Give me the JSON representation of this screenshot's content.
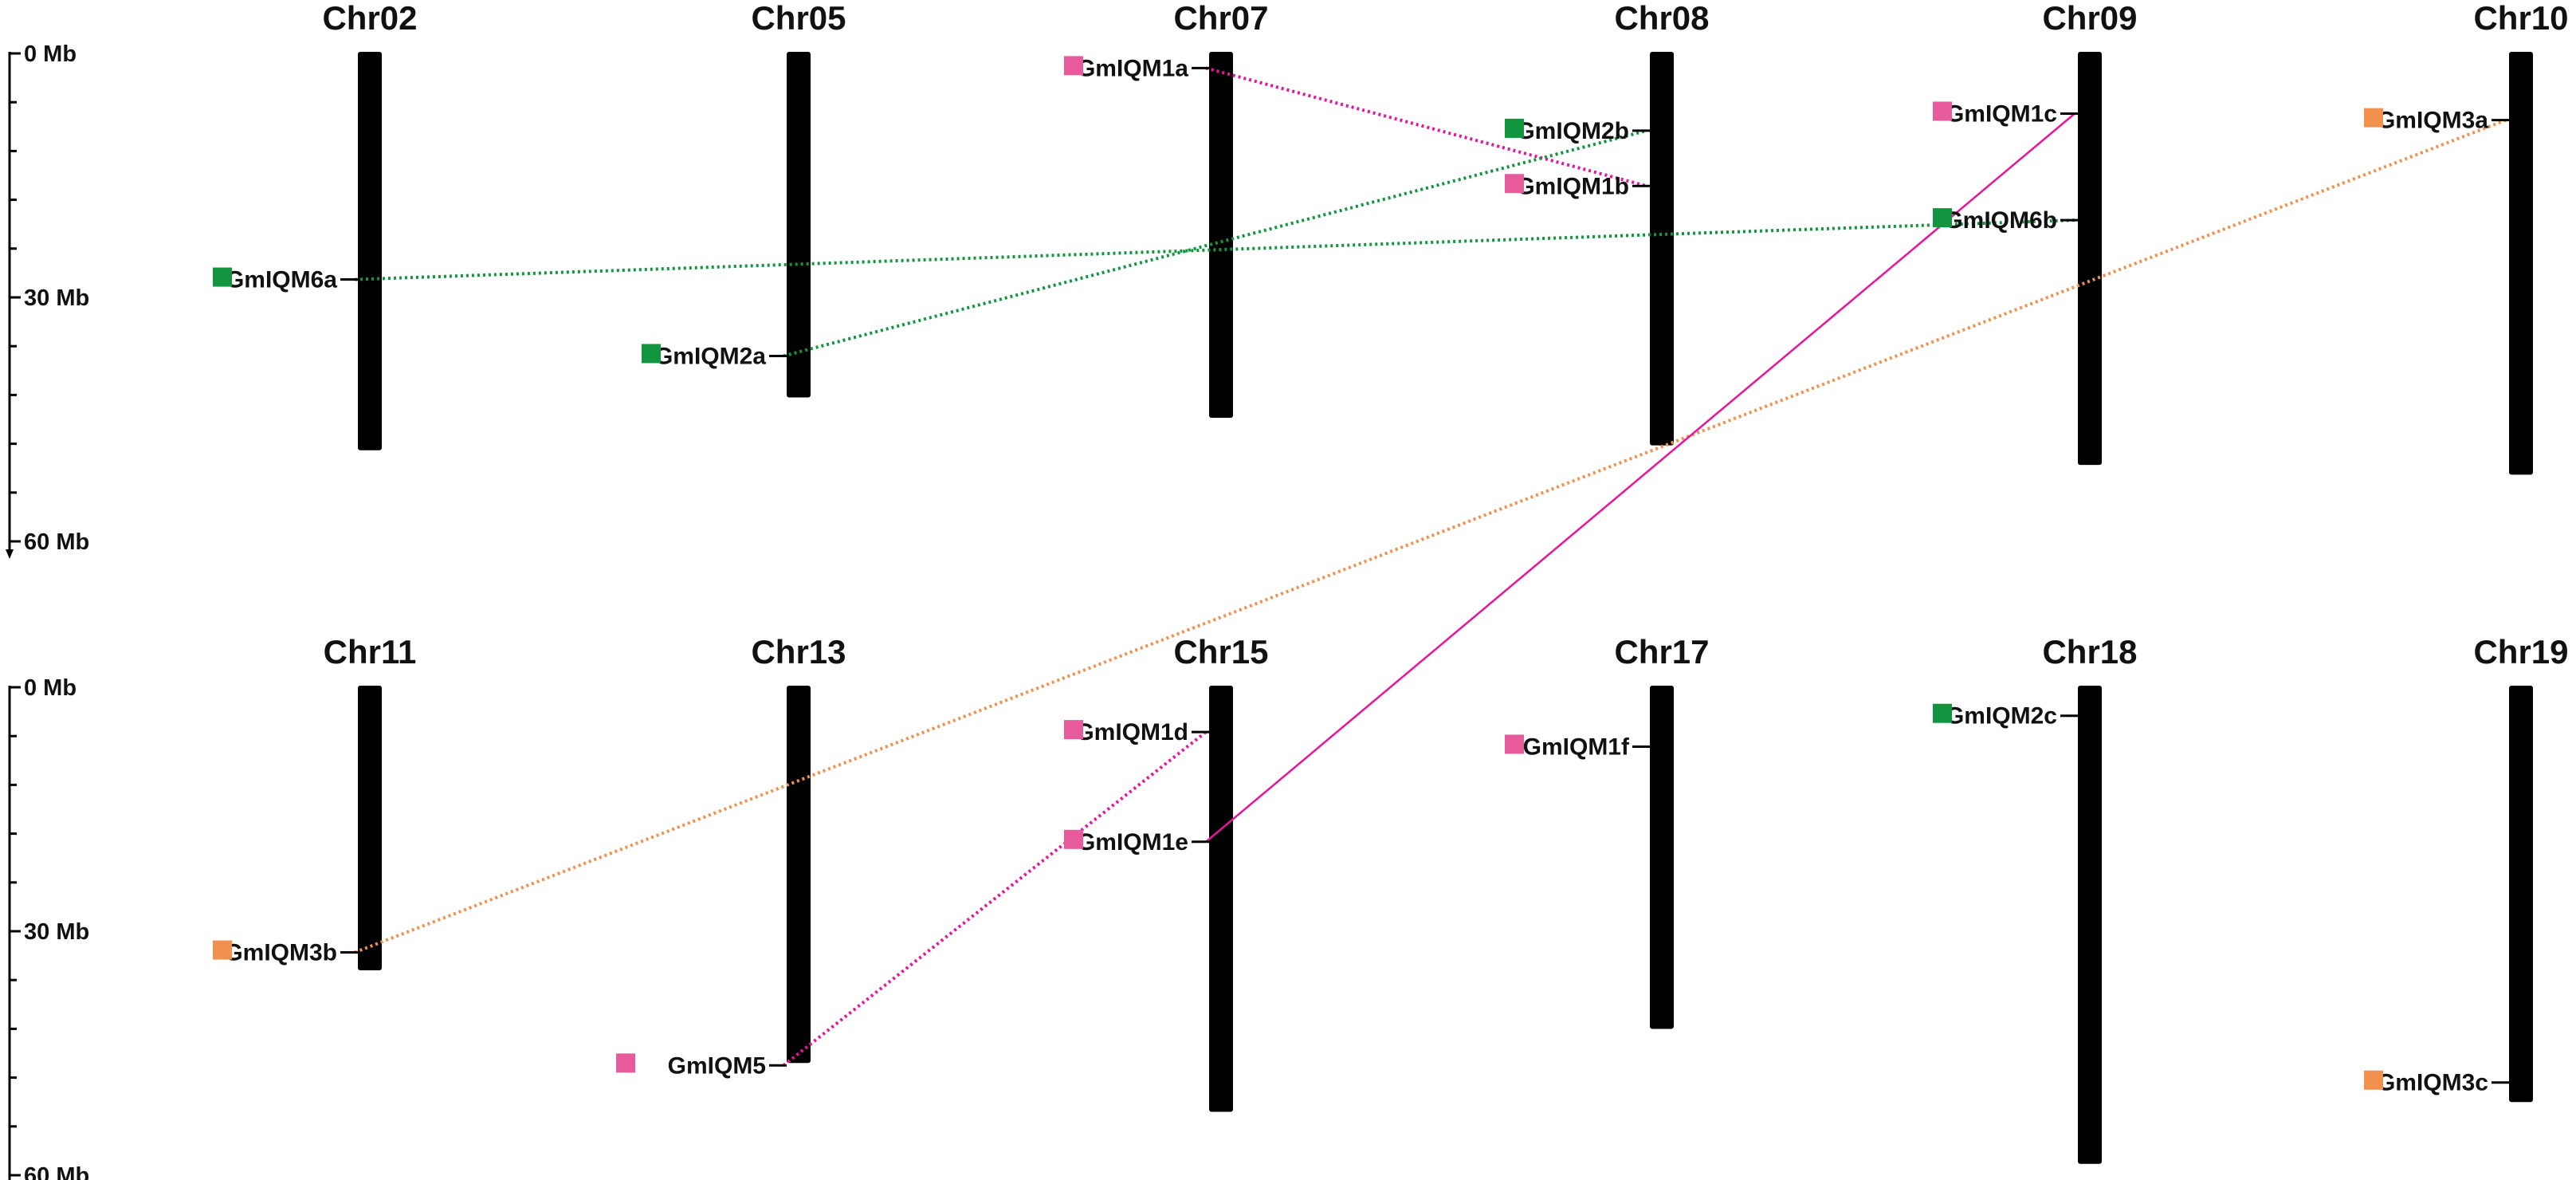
{
  "colors": {
    "magenta": "#e75a9c",
    "green": "#11963f",
    "orange": "#f2904e",
    "chromosome": "#000000",
    "line_magenta": "#e8159a"
  },
  "axis": {
    "unit": "Mb",
    "ticks_labeled": [
      "0 Mb",
      "30 Mb",
      "60 Mb"
    ],
    "tick_values": [
      0,
      30,
      60
    ],
    "minor_step": 6,
    "max": 60
  },
  "rows": [
    {
      "chromosomes": [
        {
          "name": "Chr02",
          "length": 49
        },
        {
          "name": "Chr05",
          "length": 42.5
        },
        {
          "name": "Chr07",
          "length": 45
        },
        {
          "name": "Chr08",
          "length": 48.4
        },
        {
          "name": "Chr09",
          "length": 50.8
        },
        {
          "name": "Chr10",
          "length": 52
        }
      ]
    },
    {
      "chromosomes": [
        {
          "name": "Chr11",
          "length": 35
        },
        {
          "name": "Chr13",
          "length": 46.4
        },
        {
          "name": "Chr15",
          "length": 52.4
        },
        {
          "name": "Chr17",
          "length": 42.2
        },
        {
          "name": "Chr18",
          "length": 58.8
        },
        {
          "name": "Chr19",
          "length": 51.2
        }
      ]
    }
  ],
  "genes": [
    {
      "id": "GmIQM1a",
      "row": 0,
      "chr": 2,
      "pos": 1.8,
      "color": "magenta"
    },
    {
      "id": "GmIQM2b",
      "row": 0,
      "chr": 3,
      "pos": 9.5,
      "color": "green"
    },
    {
      "id": "GmIQM1b",
      "row": 0,
      "chr": 3,
      "pos": 16.3,
      "color": "magenta"
    },
    {
      "id": "GmIQM1c",
      "row": 0,
      "chr": 4,
      "pos": 7.4,
      "color": "magenta"
    },
    {
      "id": "GmIQM6b",
      "row": 0,
      "chr": 4,
      "pos": 20.5,
      "color": "green"
    },
    {
      "id": "GmIQM3a",
      "row": 0,
      "chr": 5,
      "pos": 8.2,
      "color": "orange"
    },
    {
      "id": "GmIQM6a",
      "row": 0,
      "chr": 0,
      "pos": 27.8,
      "color": "green"
    },
    {
      "id": "GmIQM2a",
      "row": 0,
      "chr": 1,
      "pos": 37.2,
      "color": "green"
    },
    {
      "id": "GmIQM1d",
      "row": 1,
      "chr": 2,
      "pos": 5.5,
      "color": "magenta"
    },
    {
      "id": "GmIQM1e",
      "row": 1,
      "chr": 2,
      "pos": 19.0,
      "color": "magenta"
    },
    {
      "id": "GmIQM1f",
      "row": 1,
      "chr": 3,
      "pos": 7.3,
      "color": "magenta"
    },
    {
      "id": "GmIQM2c",
      "row": 1,
      "chr": 4,
      "pos": 3.5,
      "color": "green"
    },
    {
      "id": "GmIQM3b",
      "row": 1,
      "chr": 0,
      "pos": 32.6,
      "color": "orange"
    },
    {
      "id": "GmIQM5",
      "row": 1,
      "chr": 1,
      "pos": 46.5,
      "color": "magenta"
    },
    {
      "id": "GmIQM3c",
      "row": 1,
      "chr": 5,
      "pos": 48.6,
      "color": "orange"
    }
  ],
  "links": [
    {
      "from": "GmIQM1a",
      "to": "GmIQM1b",
      "color": "line_magenta",
      "style": "dotted"
    },
    {
      "from": "GmIQM6a",
      "to": "GmIQM6b",
      "color": "green",
      "style": "dotted"
    },
    {
      "from": "GmIQM2a",
      "to": "GmIQM2b",
      "color": "green",
      "style": "dotted"
    },
    {
      "from": "GmIQM3b",
      "to": "GmIQM3a",
      "color": "orange",
      "style": "dotted"
    },
    {
      "from": "GmIQM1e",
      "to": "GmIQM1c",
      "color": "line_magenta",
      "style": "solid"
    },
    {
      "from": "GmIQM5",
      "to": "GmIQM1d",
      "color": "line_magenta",
      "style": "dotted"
    }
  ]
}
